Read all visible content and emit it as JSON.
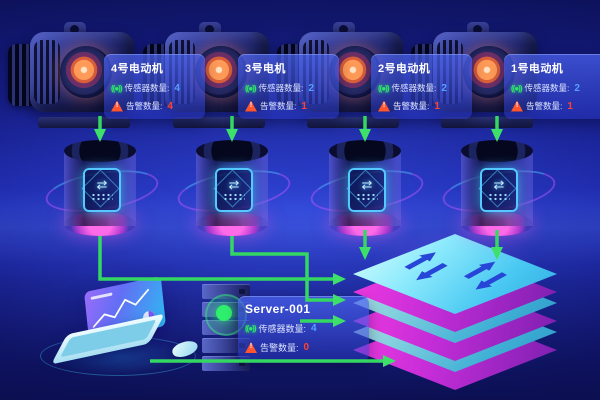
{
  "units": [
    {
      "title": "4号电动机",
      "sensor_label": "传感器数量:",
      "sensor_value": "4",
      "alarm_label": "告警数量:",
      "alarm_value": "4"
    },
    {
      "title": "3号电机",
      "sensor_label": "传感器数量:",
      "sensor_value": "2",
      "alarm_label": "告警数量:",
      "alarm_value": "1"
    },
    {
      "title": "2号电动机",
      "sensor_label": "传感器数量:",
      "sensor_value": "2",
      "alarm_label": "告警数量:",
      "alarm_value": "1"
    },
    {
      "title": "1号电动机",
      "sensor_label": "传感器数量:",
      "sensor_value": "2",
      "alarm_label": "告警数量:",
      "alarm_value": "1"
    }
  ],
  "server": {
    "title": "Server-001",
    "sensor_label": "传感器数量:",
    "sensor_value": "4",
    "alarm_label": "告警数量:",
    "alarm_value": "0"
  },
  "device_icon_glyph": "⇄",
  "icons": {
    "sensor": "radio-signal-icon",
    "alarm": "warning-triangle-icon",
    "gateway": "data-exchange-device-icon",
    "platform": "bidirectional-arrows-icon"
  },
  "colors": {
    "sensor_value": "#56a0ff",
    "alarm_value": "#ff4130",
    "connector_green": "#35d763",
    "panel_blue": "#4c64f2",
    "cylinder_base_magenta": "#ff6ae8",
    "stack_top_cyan": "#8deafc",
    "stack_side_magenta": "#d92fd6",
    "motor_core_orange": "#ff9a58",
    "server_light_green": "#2ff06e"
  }
}
